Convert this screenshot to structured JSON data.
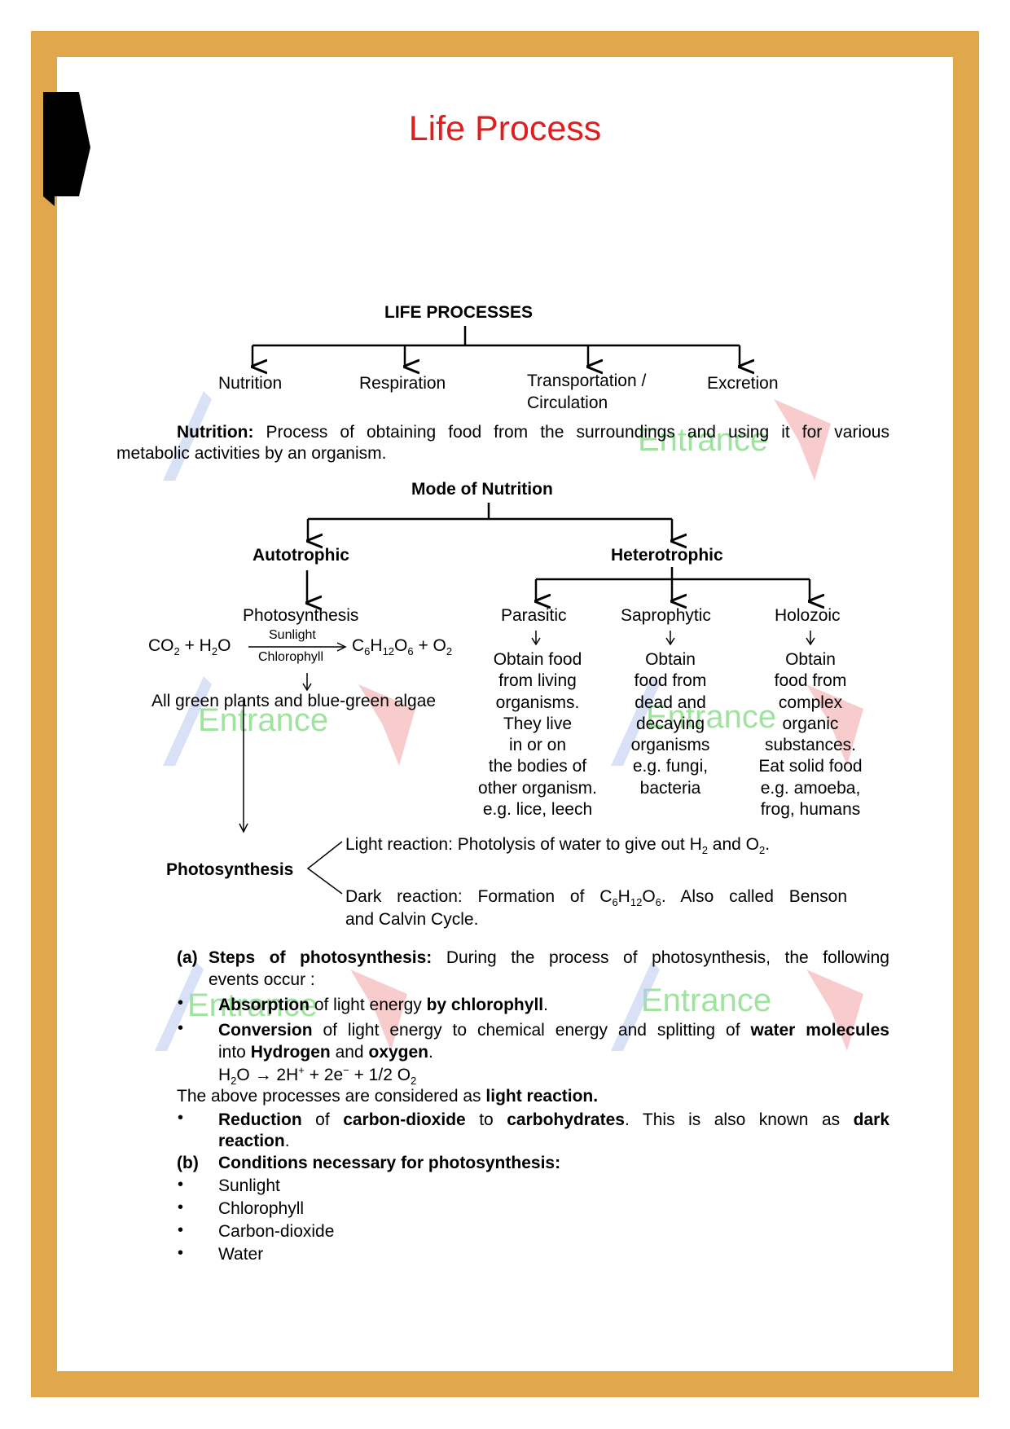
{
  "page_title": "Life Process",
  "tree1": {
    "root": "LIFE PROCESSES",
    "children": [
      "Nutrition",
      "Respiration",
      "Transportation /",
      "Circulation",
      "Excretion"
    ]
  },
  "nutrition_def": {
    "term": "Nutrition:",
    "line1_rest": "Process of obtaining food from the surroundings and using it for various",
    "line2": "metabolic activities by an organism."
  },
  "mode": {
    "title": "Mode of Nutrition",
    "autotrophic": "Autotrophic",
    "heterotrophic": "Heterotrophic",
    "photosynthesis": "Photosynthesis",
    "sunlight": "Sunlight",
    "chlorophyll": "Chlorophyll",
    "green_plants": "All green plants and blue-green algae",
    "parasitic": "Parasitic",
    "saprophytic": "Saprophytic",
    "holozoic": "Holozoic",
    "parasitic_lines": [
      "Obtain food",
      "from living",
      "organisms.",
      "They live",
      "in or on",
      "the bodies of",
      "other organism.",
      "e.g. lice, leech"
    ],
    "saprophytic_lines": [
      "Obtain",
      "food from",
      "dead and",
      "decaying",
      "organisms",
      "e.g. fungi,",
      "bacteria"
    ],
    "holozoic_lines": [
      "Obtain",
      "food from",
      "complex",
      "organic",
      "substances.",
      "Eat solid food",
      "e.g. amoeba,",
      "frog, humans"
    ]
  },
  "photo": {
    "label": "Photosynthesis",
    "light": "Light reaction: Photolysis of water to give out",
    "dark_line1": "Dark reaction: Formation of",
    "dark_line1_rest": ". Also called Benson",
    "dark_line2": "and Calvin Cycle."
  },
  "steps": {
    "a_label": "(a)",
    "a_title": "Steps of photosynthesis:",
    "a_rest": "During the process of photosynthesis, the following",
    "a_line2": "events occur :",
    "absorption": "Absorption",
    "of_light": "of light energy",
    "by_chlorophyll": "by chlorophyll",
    "conversion": "Conversion",
    "conv_mid": "of light energy to chemical energy and splitting of",
    "water_molecules": "water molecules",
    "into": "into",
    "hydrogen": "Hydrogen",
    "and": "and",
    "oxygen": "oxygen",
    "above": "The above processes are considered as",
    "light_reaction": "light reaction.",
    "reduction": "Reduction",
    "of": "of",
    "co2": "carbon-dioxide",
    "to": "to",
    "carbohydrates": "carbohydrates",
    "also_known": ". This is also known as",
    "dark": "dark",
    "reaction": "reaction",
    "b_label": "(b)",
    "b_title": "Conditions necessary for photosynthesis:",
    "conditions": [
      "Sunlight",
      "Chlorophyll",
      "Carbon-dioxide",
      "Water"
    ]
  },
  "watermark": "Entrance",
  "colors": {
    "border": "#e0a84b",
    "title": "#e01e1e",
    "watermark": "#9fe39f"
  }
}
